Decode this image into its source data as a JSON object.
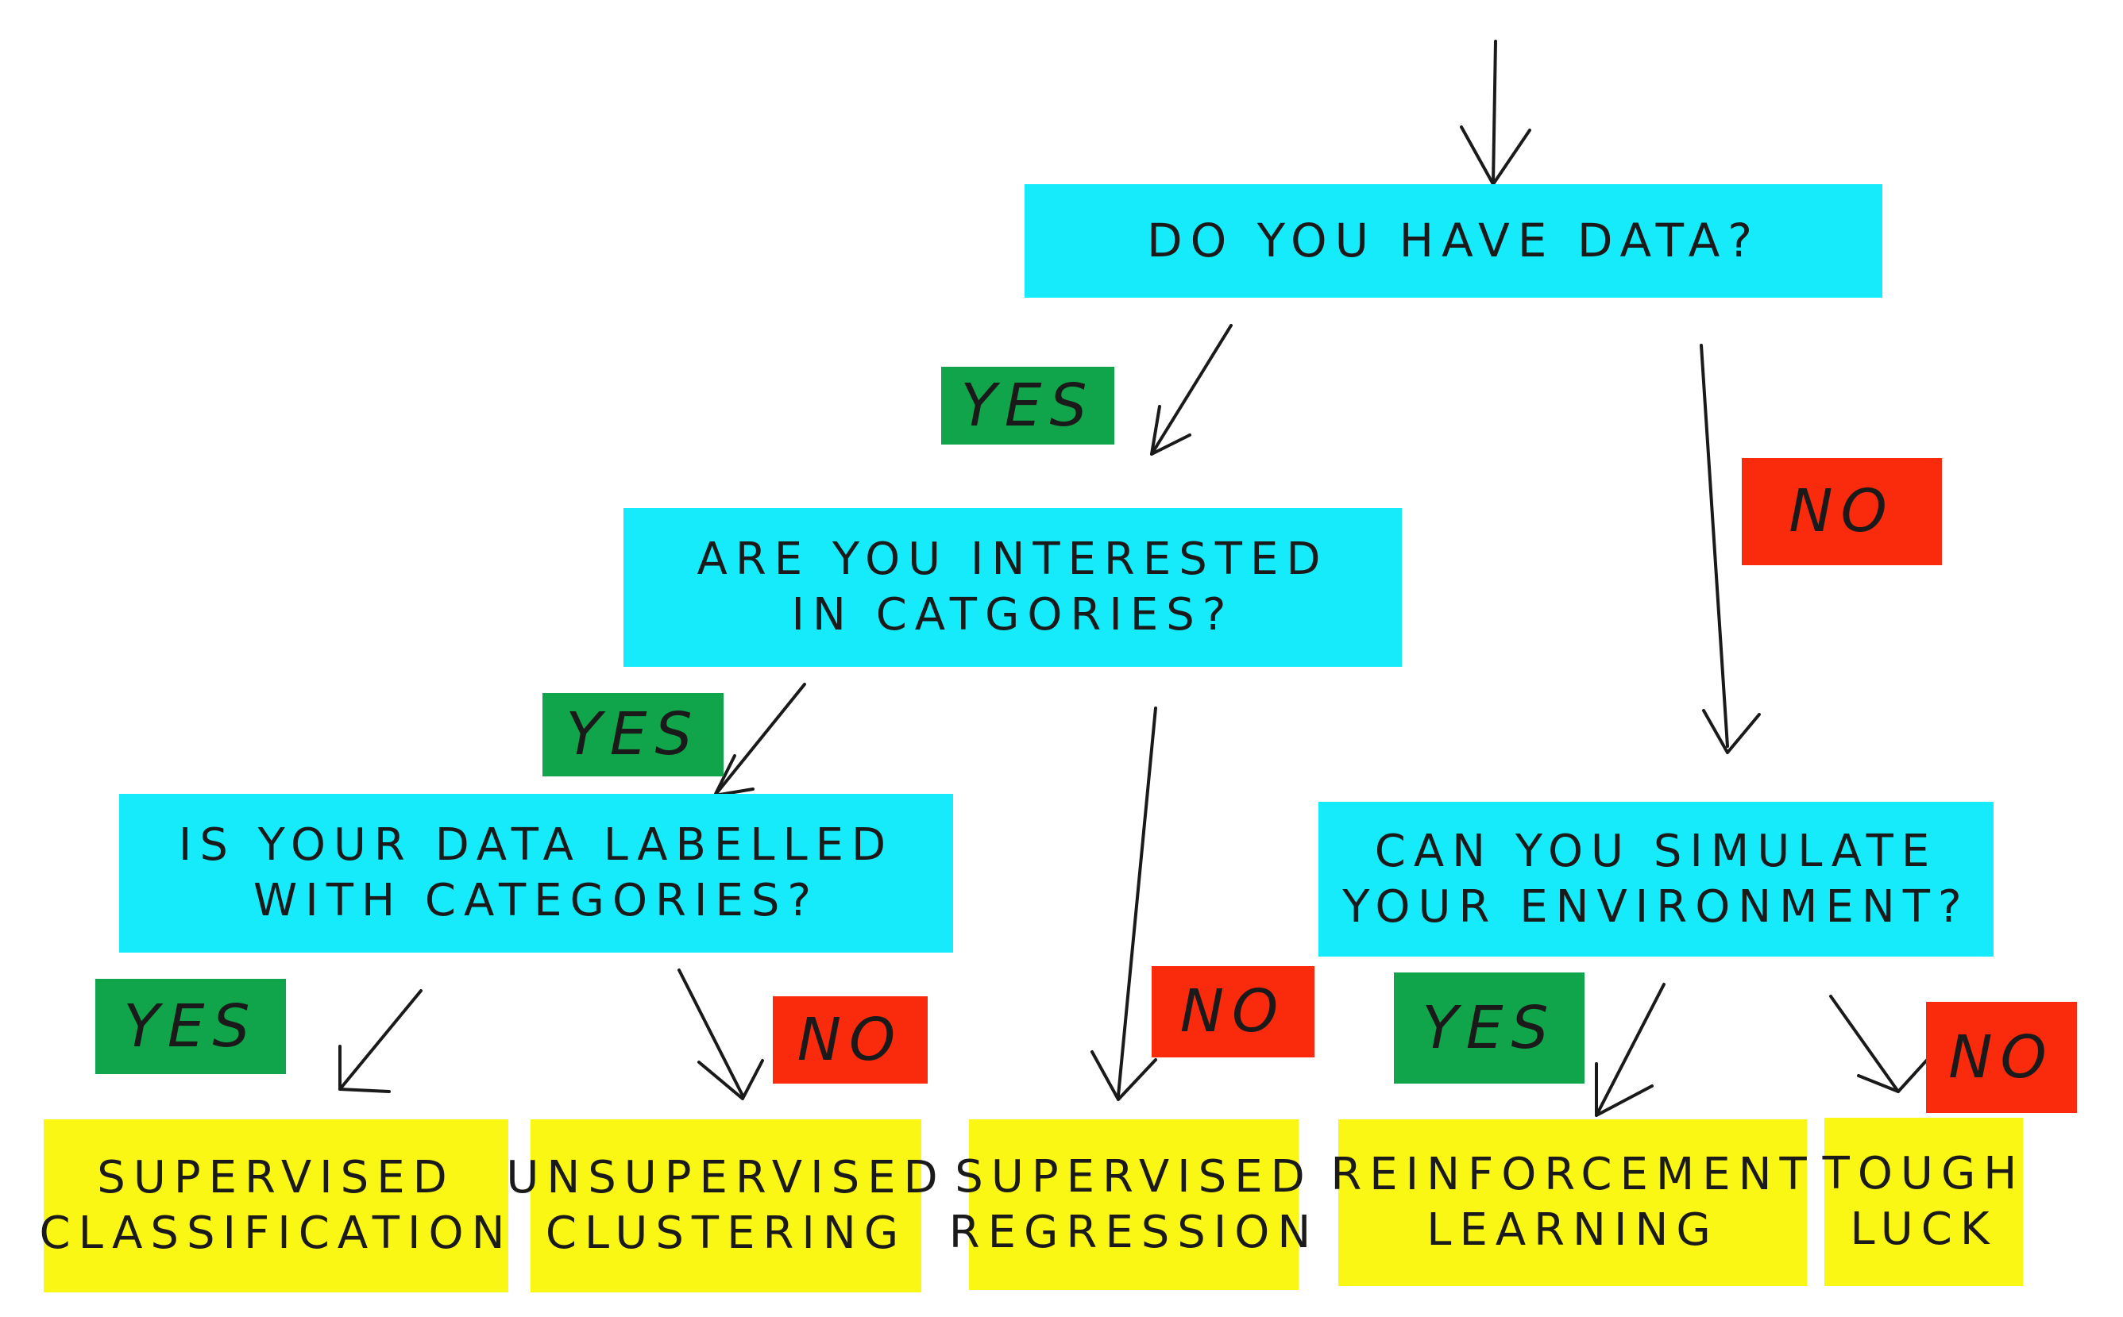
{
  "questions": {
    "q1": "DO YOU HAVE DATA?",
    "q2": [
      "ARE YOU INTERESTED",
      "IN CATGORIES?"
    ],
    "q3": [
      "IS YOUR DATA LABELLED",
      "WITH CATEGORIES?"
    ],
    "q4": [
      "CAN YOU SIMULATE",
      "YOUR ENVIRONMENT?"
    ]
  },
  "labels": {
    "yes": "YES",
    "no": "NO"
  },
  "results": {
    "r1": [
      "SUPERVISED",
      "CLASSIFICATION"
    ],
    "r2": [
      "UNSUPERVISED",
      "CLUSTERING"
    ],
    "r3": [
      "SUPERVISED",
      "REGRESSION"
    ],
    "r4": [
      "REINFORCEMENT",
      "LEARNING"
    ],
    "r5": [
      "TOUGH",
      "LUCK"
    ]
  },
  "colors": {
    "question": "#16ebfb",
    "yes": "#10a54a",
    "no": "#fa2a0c",
    "result": "#fbf714",
    "ink": "#1a1a1a"
  }
}
